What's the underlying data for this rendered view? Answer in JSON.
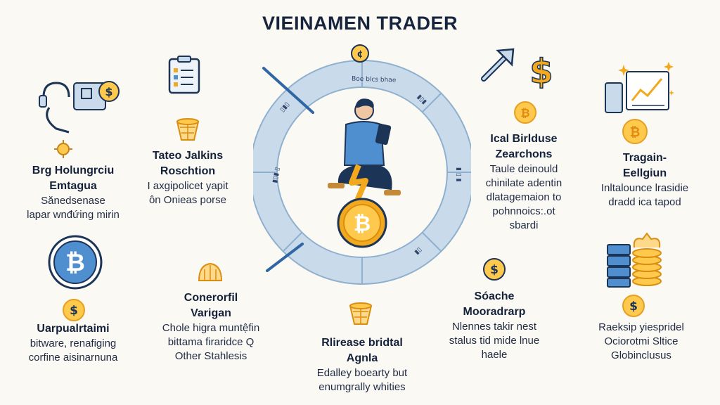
{
  "header": {
    "title": "VIEINAMEN TRADER"
  },
  "center": {
    "ring_label": "Boe blcs bhae",
    "coin_glyph": "₿"
  },
  "blocks": [
    {
      "id": "b1",
      "heading": [
        "Brg Holungrciu",
        "Emtagua"
      ],
      "body": [
        "Sănedsenase",
        "lapar wnđứing mirin"
      ]
    },
    {
      "id": "b2",
      "heading": [
        "Tateo Jalkins",
        "Roschtion"
      ],
      "body": [
        "I axgipolicet yapit",
        "ôn Onieas porse"
      ]
    },
    {
      "id": "b3",
      "heading": [
        "Ical Birlduse",
        "Zearchons"
      ],
      "body": [
        "Taule deinould",
        "chinilate adentin",
        "dlatagemaion to",
        "pohnnoics:.ot",
        "sbardi"
      ]
    },
    {
      "id": "b4",
      "heading": [
        "Tragain-",
        "Eellgiun"
      ],
      "body": [
        "Inltalounce lrasidie",
        "dradd ica tapod"
      ]
    },
    {
      "id": "b5",
      "heading": [
        "Uarpualrtaimi"
      ],
      "body": [
        "bitware, renafiging",
        "corfine aisinarnuna"
      ]
    },
    {
      "id": "b6",
      "heading": [
        "Conerorfil",
        "Varigan"
      ],
      "body": [
        "Chole higra muntệfin",
        "bittama firaridce Q",
        "Other Stahlesis"
      ]
    },
    {
      "id": "b7",
      "heading": [
        "Rlirease bridtal",
        "Agnla"
      ],
      "body": [
        "Edalley boearty but",
        "enumgrally whities"
      ]
    },
    {
      "id": "b8",
      "heading": [
        "Sóache",
        "Mooradrarp"
      ],
      "body": [
        "Nlennes takir nest",
        "stalus tid mide lnue",
        "haele"
      ]
    },
    {
      "id": "b9",
      "heading": [],
      "body": [
        "Raeksip yiespridel",
        "Ociorotmi Sltice",
        "Globinclusus"
      ]
    }
  ],
  "icons": {
    "dollar": "$",
    "bitcoin": "₿"
  },
  "colors": {
    "navy": "#1c3557",
    "blue": "#4a7fb5",
    "ring": "#c7d9ea",
    "gold": "#f2a91d",
    "goldLight": "#ffc94d",
    "bg": "#fbf9f4"
  }
}
